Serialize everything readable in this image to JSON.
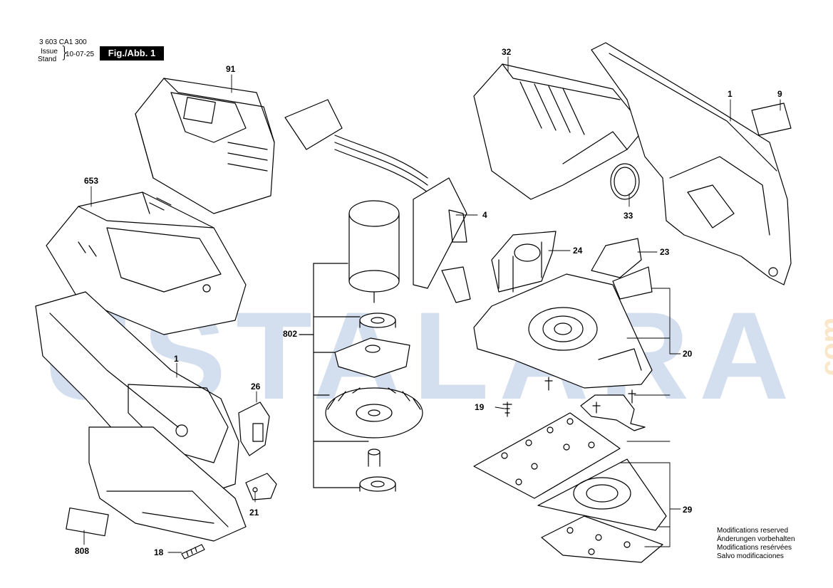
{
  "header": {
    "part_number": "3 603 CA1 300",
    "issue_label": "Issue",
    "stand_label": "Stand",
    "date": "10-07-25",
    "figure_label": "Fig./Abb. 1"
  },
  "watermark": {
    "main": "USTALARA",
    "suffix": ".com"
  },
  "callouts": {
    "c91": "91",
    "c32": "32",
    "c1_top": "1",
    "c9": "9",
    "c653": "653",
    "c4": "4",
    "c33": "33",
    "c24": "24",
    "c23": "23",
    "c802": "802",
    "c20": "20",
    "c1_mid": "1",
    "c26": "26",
    "c19": "19",
    "c21": "21",
    "c29": "29",
    "c808": "808",
    "c18": "18"
  },
  "notes": {
    "line1": "Modifications reserved",
    "line2": "Änderungen vorbehalten",
    "line3": "Modifications resérvées",
    "line4": "Salvo modificaciones"
  },
  "colors": {
    "line": "#000000",
    "watermark_blue": "#9fb8dd",
    "watermark_orange": "#f5c98a"
  }
}
